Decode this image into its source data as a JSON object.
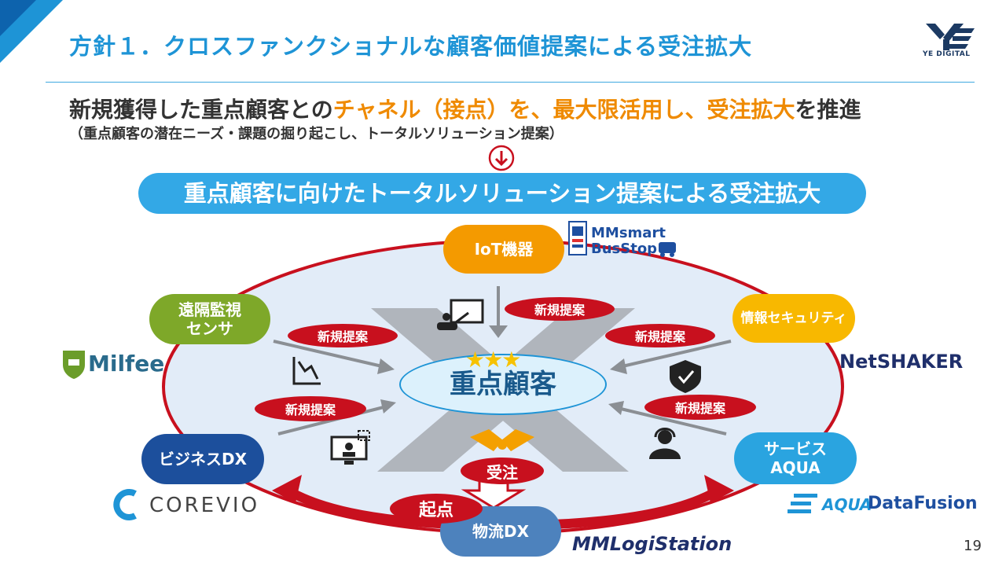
{
  "slide": {
    "title": "方針１．クロスファンクショナルな顧客価値提案による受注拡大",
    "logo_text": "YE DIGITAL",
    "headline": {
      "part1": "新規獲得した重点顧客との",
      "part2": "チャネル（接点）を、最大限活用し、受注拡大",
      "part3": "を推進"
    },
    "subline": "（重点顧客の潜在ニーズ・課題の掘り起こし、トータルソリューション提案）",
    "banner": "重点顧客に向けたトータルソリューション提案による受注拡大",
    "page_number": "19"
  },
  "diagram": {
    "core_label": "重点顧客",
    "stars": "★★★",
    "order_label": "受注",
    "origin_label": "起点",
    "proposal_label": "新規提案",
    "nodes": {
      "iot": "IoT機器",
      "sensor": "遠隔監視\nセンサ",
      "security": "情報セキュリティ",
      "business": "ビジネスDX",
      "service": "サービス\nAQUA",
      "logistics": "物流DX"
    },
    "brands": {
      "mmsmart_1": "MMsmart",
      "mmsmart_2": "BusStop",
      "milfee": "Milfee",
      "netshaker": "NetSHAKER",
      "corevio": "COREVIO",
      "aqua_1": "AQUA",
      "aqua_2": "DataFusion",
      "mmlogi": "MMLogiStation"
    },
    "colors": {
      "title_blue": "#1e94d6",
      "accent_orange": "#ef8a00",
      "proposal_red": "#c8101e",
      "ellipse_fill": "#e2ecf8",
      "iot_orange": "#f49a00",
      "sensor_green": "#7ea829",
      "security_yellow": "#f8b800",
      "business_navy": "#1c4f9c",
      "service_blue": "#2aa4e0",
      "logistics_steel": "#4d82bd"
    }
  }
}
